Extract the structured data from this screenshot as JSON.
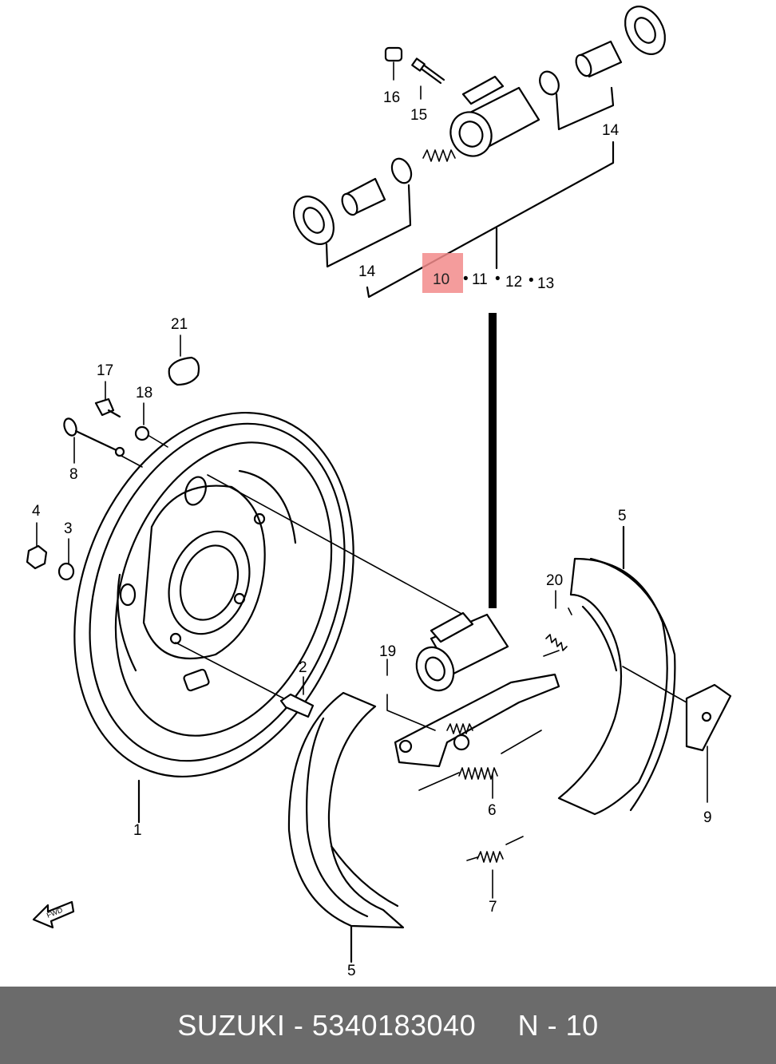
{
  "diagram": {
    "labels": {
      "l1": "1",
      "l2": "2",
      "l3": "3",
      "l4": "4",
      "l5a": "5",
      "l5b": "5",
      "l6": "6",
      "l7": "7",
      "l8": "8",
      "l9": "9",
      "l10": "10",
      "l11": "11",
      "l12": "12",
      "l13": "13",
      "l14a": "14",
      "l14b": "14",
      "l15": "15",
      "l16": "16",
      "l17": "17",
      "l18": "18",
      "l19": "19",
      "l20": "20",
      "l21": "21",
      "fwd": "FWD"
    },
    "highlight_color": "#f28b8b"
  },
  "footer": {
    "brand": "SUZUKI",
    "separator": "-",
    "part_number": "5340183040",
    "ref": "N - 10"
  }
}
